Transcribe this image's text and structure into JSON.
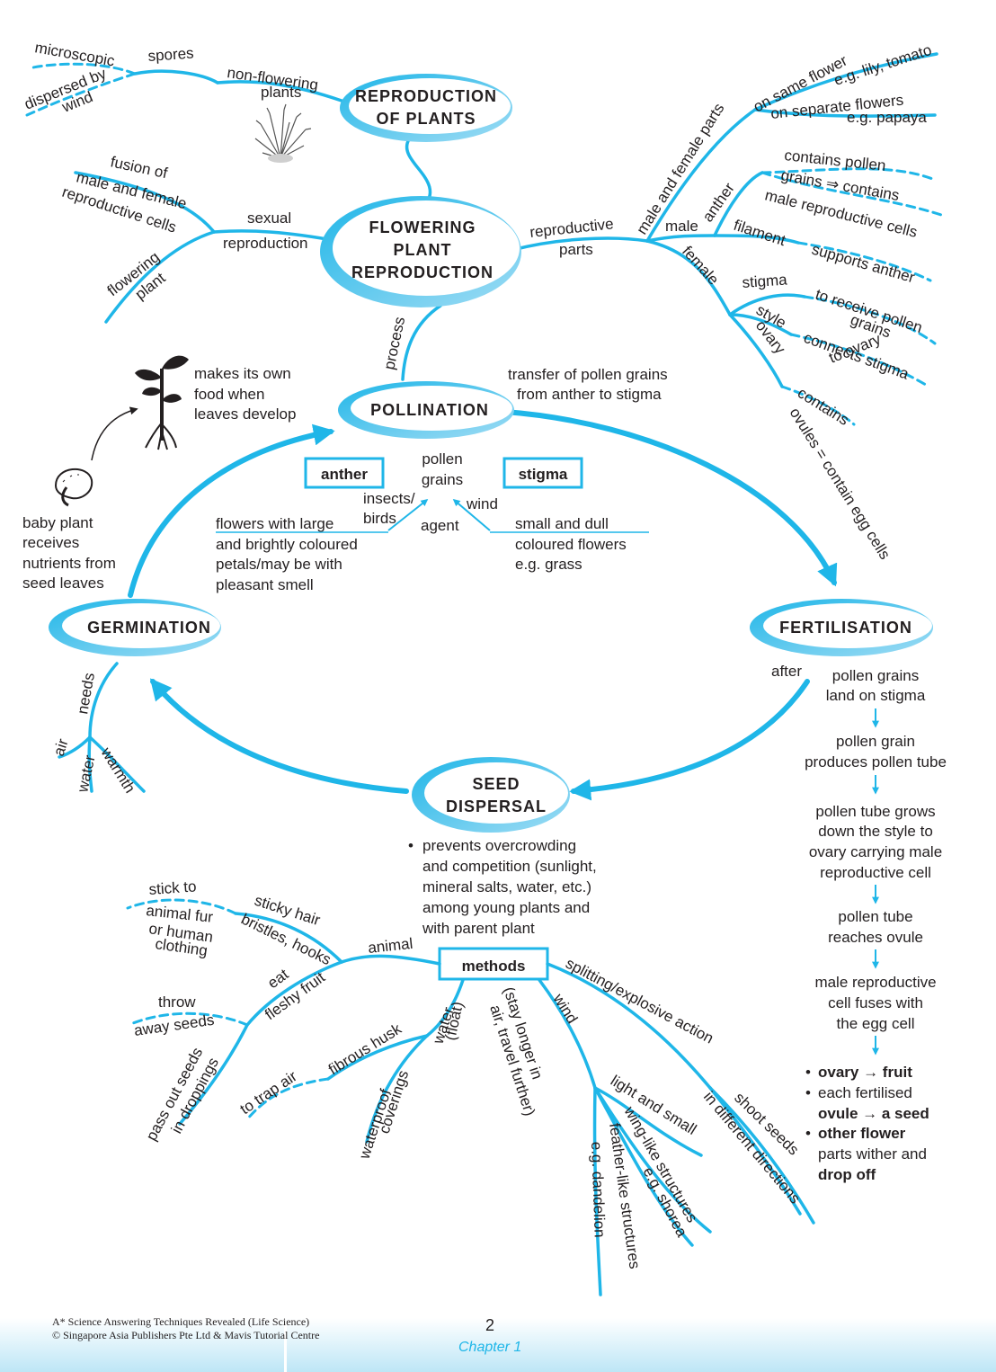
{
  "nodes": {
    "reproduction_of_plants": [
      "REPRODUCTION",
      "OF PLANTS"
    ],
    "flowering_plant_reproduction": [
      "FLOWERING",
      "PLANT",
      "REPRODUCTION"
    ],
    "pollination": "POLLINATION",
    "fertilisation": "FERTILISATION",
    "germination": "GERMINATION",
    "seed_dispersal": [
      "SEED",
      "DISPERSAL"
    ],
    "methods": "methods"
  },
  "non_flowering": {
    "label": [
      "non-flowering",
      "plants"
    ],
    "spores": "spores",
    "microscopic": "microscopic",
    "dispersed": [
      "dispersed by",
      "wind"
    ]
  },
  "sexual": {
    "label": [
      "sexual",
      "reproduction"
    ],
    "fusion": [
      "fusion of",
      "male and female",
      "reproductive cells"
    ],
    "flowering_plant": [
      "flowering",
      "plant"
    ]
  },
  "process": "process",
  "reproductive_parts": {
    "label": [
      "reproductive",
      "parts"
    ],
    "male_and_female": "male and female parts",
    "on_same_flower": "on same flower",
    "eg_lily": "e.g. lily, tomato",
    "on_separate": "on separate flowers",
    "eg_papaya": "e.g. papaya",
    "male": "male",
    "anther": "anther",
    "contains_pollen": [
      "contains pollen",
      "grains ⇒ contains",
      "male reproductive cells"
    ],
    "filament": "filament",
    "supports_anther": "supports anther",
    "female": "female",
    "stigma": "stigma",
    "to_receive": [
      "to receive pollen",
      "grains"
    ],
    "style": "style",
    "connects": [
      "connects stigma",
      "to ovary"
    ],
    "ovary": "ovary",
    "contains_ovules": [
      "contains",
      "ovules = contain egg cells"
    ]
  },
  "pollination_info": {
    "transfer": [
      "transfer of pollen grains",
      "from anther to stigma"
    ],
    "anther_box": "anther",
    "stigma_box": "stigma",
    "pollen_grains": [
      "pollen",
      "grains"
    ],
    "insects_birds": [
      "insects/",
      "birds"
    ],
    "wind": "wind",
    "agent": "agent",
    "flowers_large": [
      "flowers with large",
      "and brightly coloured",
      "petals/may be with",
      "pleasant smell"
    ],
    "small_dull": [
      "small and dull",
      "coloured flowers",
      "e.g. grass"
    ]
  },
  "germination_info": {
    "makes_food": [
      "makes its own",
      "food when",
      "leaves develop"
    ],
    "baby_plant": [
      "baby plant",
      "receives",
      "nutrients from",
      "seed leaves"
    ],
    "needs": "needs",
    "air": "air",
    "water": "water",
    "warmth": "warmth"
  },
  "fertilisation_info": {
    "after": "after",
    "steps": [
      [
        "pollen grains",
        "land on stigma"
      ],
      [
        "pollen grain",
        "produces pollen tube"
      ],
      [
        "pollen tube grows",
        "down the style to",
        "ovary carrying male",
        "reproductive cell"
      ],
      [
        "pollen tube",
        "reaches ovule"
      ],
      [
        "male reproductive",
        "cell fuses with",
        "the egg cell"
      ]
    ],
    "results": [
      [
        "ovary → fruit"
      ],
      [
        "each fertilised",
        "ovule → a seed"
      ],
      [
        "other flower",
        "parts wither and",
        "drop off"
      ]
    ]
  },
  "dispersal_info": {
    "prevents": [
      "prevents overcrowding",
      "and competition (sunlight,",
      "mineral salts, water, etc.)",
      "among young plants and",
      "with parent plant"
    ],
    "animal": "animal",
    "sticky_hair": "sticky hair",
    "bristles": "bristles, hooks",
    "stick_to": [
      "stick to",
      "animal fur",
      "or human",
      "clothing"
    ],
    "eat": "eat",
    "fleshy_fruit": "fleshy fruit",
    "throw": [
      "throw",
      "away seeds"
    ],
    "pass_out": [
      "pass out seeds",
      "in droppings"
    ],
    "water": "water",
    "float": "(float)",
    "fibrous_husk": "fibrous husk",
    "to_trap_air": "to trap air",
    "waterproof": [
      "waterproof",
      "coverings"
    ],
    "wind": "wind",
    "stay_longer": [
      "(stay longer in",
      "air, travel further)"
    ],
    "light_small": "light and small",
    "wing_like": "wing-like structures",
    "eg_shorea": "e.g. shorea",
    "feather_like": "feather-like structures",
    "eg_dandelion": "e.g. dandelion",
    "splitting": "splitting/explosive action",
    "shoot_seeds": "shoot seeds",
    "different_directions": "in different directions"
  },
  "footer": {
    "book": "A* Science Answering Techniques Revealed (Life Science)",
    "copyright": "© Singapore Asia Publishers Pte Ltd & Mavis Tutorial Centre",
    "page": "2",
    "chapter": "Chapter 1"
  },
  "colors": {
    "accent": "#1fb6e8",
    "text": "#231f20"
  }
}
